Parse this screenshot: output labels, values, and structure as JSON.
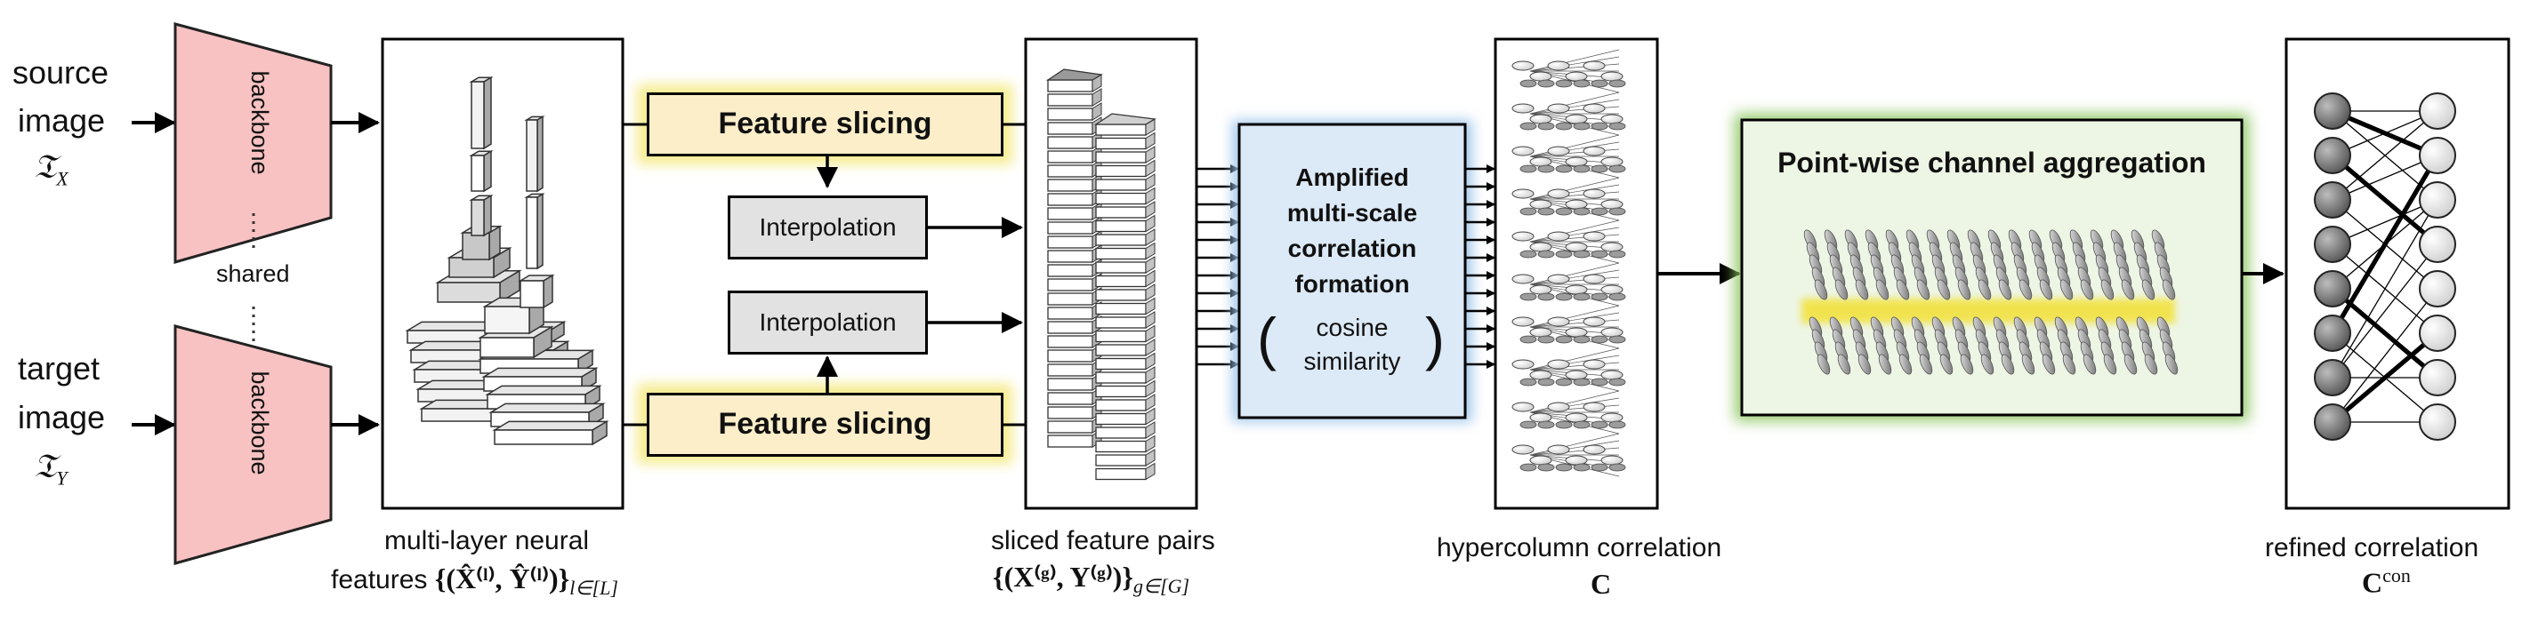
{
  "inputs": {
    "source": {
      "line1": "source",
      "line2": "image",
      "symbol": "𝔗",
      "subscript": "X"
    },
    "target": {
      "line1": "target",
      "line2": "image",
      "symbol": "𝔗",
      "subscript": "Y"
    }
  },
  "backbone": {
    "top_label": "backbone",
    "bottom_label": "backbone",
    "shared_label": "shared"
  },
  "multilayer": {
    "caption1": "multi-layer neural",
    "caption2_prefix": "features ",
    "caption2_math": "{(X̂⁽ˡ⁾, Ŷ⁽ˡ⁾)}",
    "caption2_sub": "l∈[L]"
  },
  "slicing": {
    "top_label": "Feature slicing",
    "bottom_label": "Feature slicing"
  },
  "interpolation": {
    "top_label": "Interpolation",
    "bottom_label": "Interpolation"
  },
  "sliced": {
    "caption1": "sliced feature pairs",
    "caption2_math": "{(X⁽ᵍ⁾, Y⁽ᵍ⁾)}",
    "caption2_sub": "g∈[G]"
  },
  "correlation_box": {
    "line1": "Amplified",
    "line2": "multi-scale",
    "line3": "correlation",
    "line4": "formation",
    "line5": "cosine",
    "line6": "similarity"
  },
  "hypercolumn": {
    "caption": "hypercolumn correlation",
    "symbol": "C"
  },
  "aggregation": {
    "title": "Point-wise channel aggregation"
  },
  "refined": {
    "caption": "refined correlation",
    "symbol": "C",
    "superscript": "con"
  },
  "colors": {
    "backbone_fill": "#f8c2c2",
    "slicing_fill": "#fbeec9",
    "slicing_glow": "#f4e87a",
    "correlation_fill": "#dce9f6",
    "correlation_glow": "#9cc4ea",
    "aggregation_fill": "#edf5e4",
    "aggregation_glow": "#8cc65e",
    "interp_fill": "#e2e2e2"
  }
}
